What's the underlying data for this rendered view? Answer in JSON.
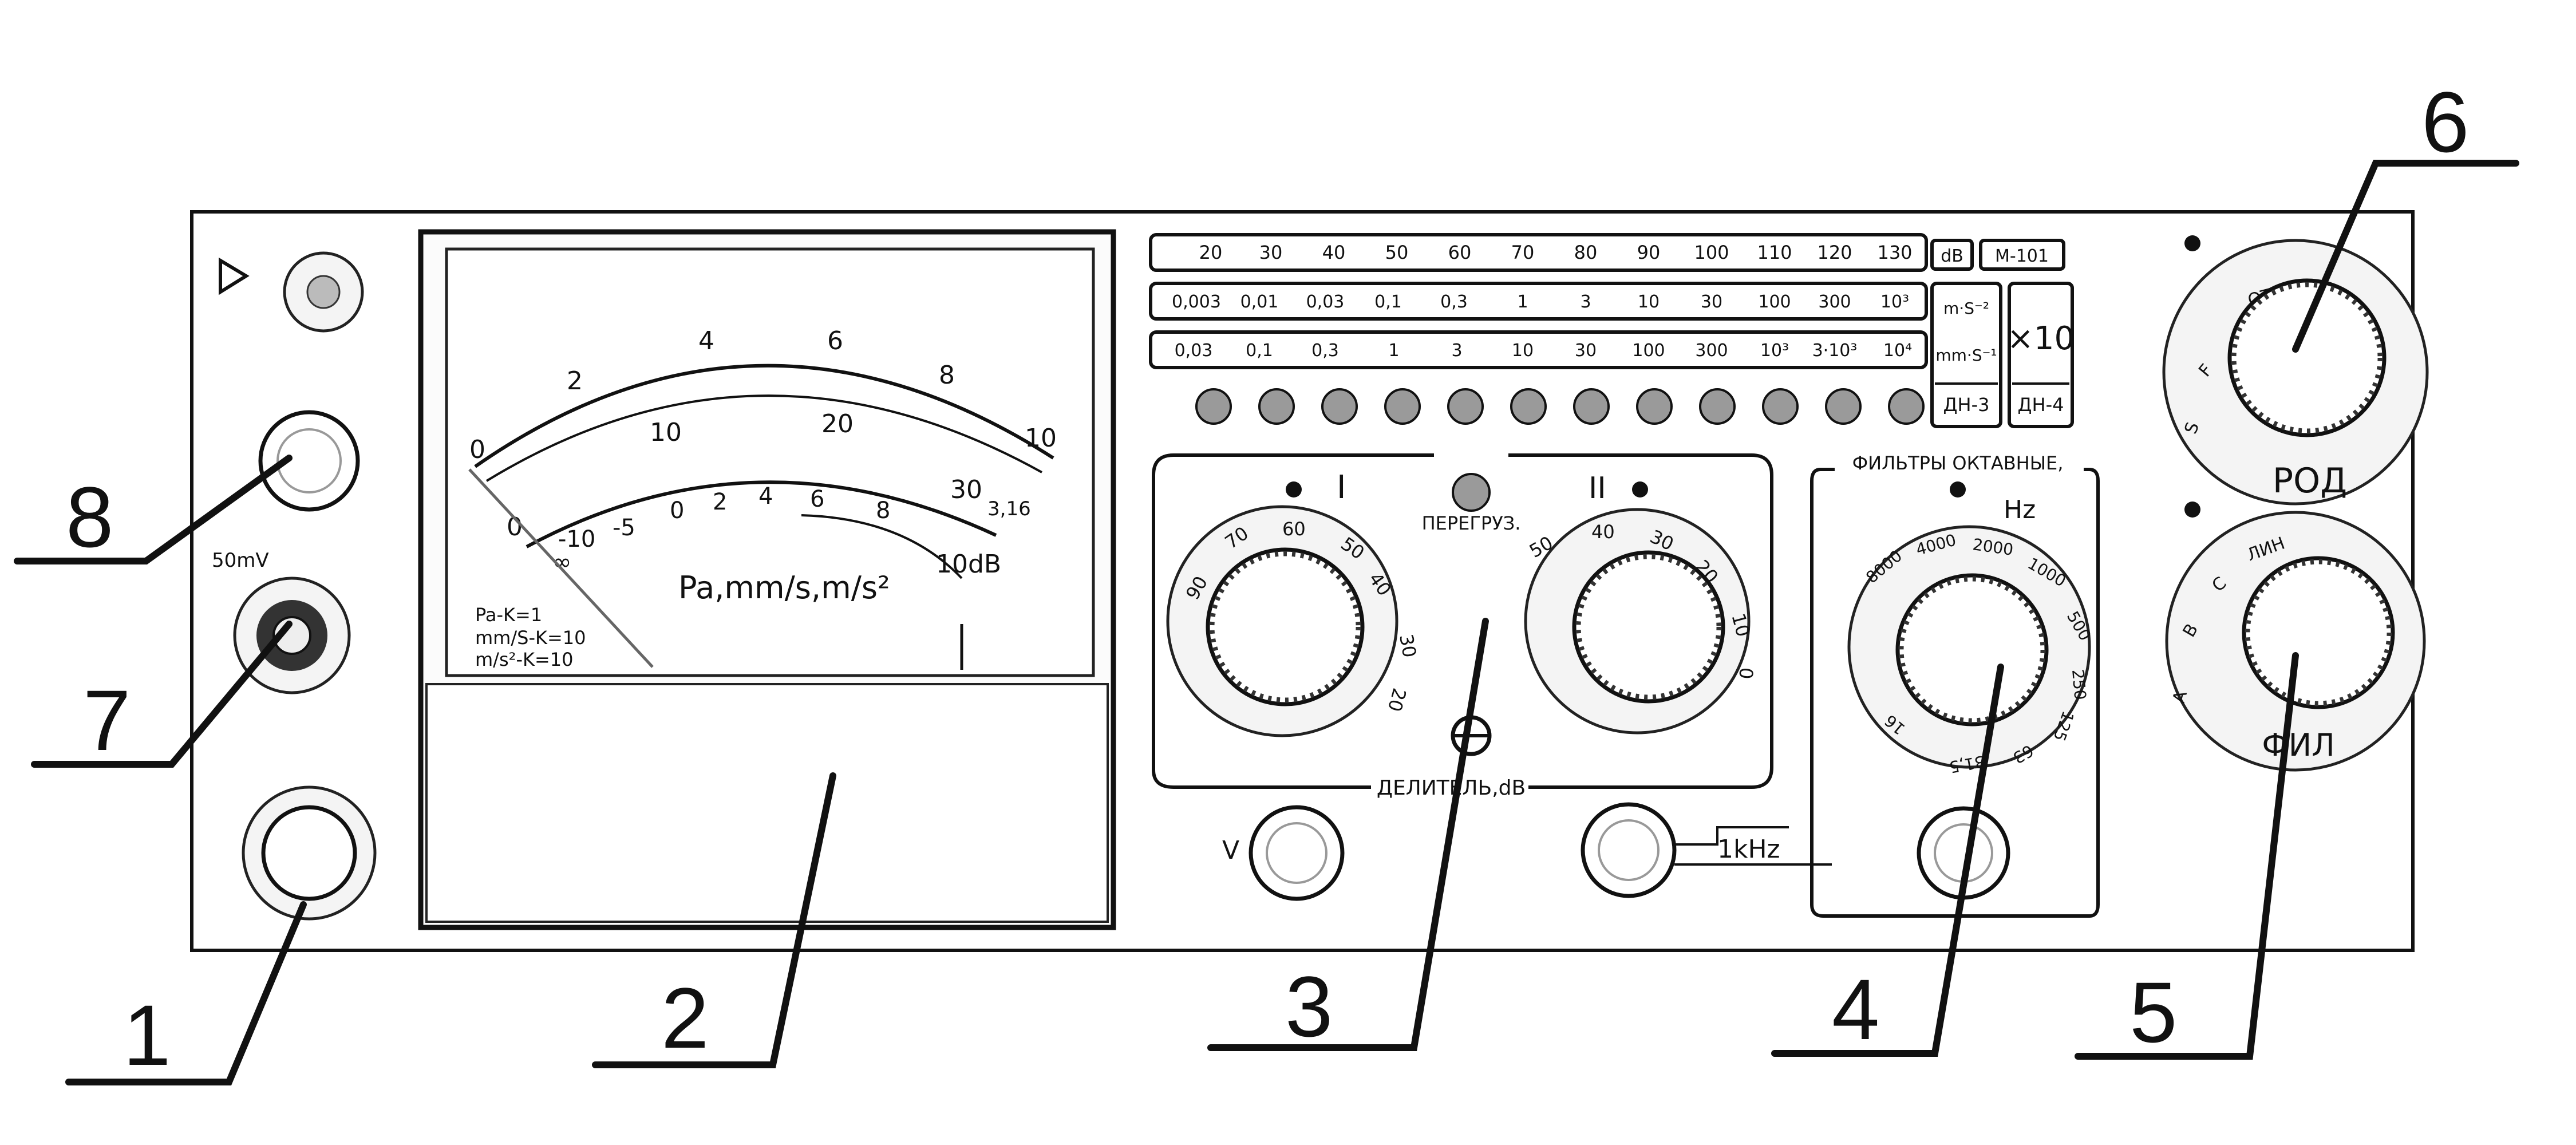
{
  "callouts": [
    "1",
    "2",
    "3",
    "4",
    "5",
    "6",
    "7",
    "8"
  ],
  "input": {
    "sensitivity_label": "50mV"
  },
  "meter": {
    "upper_ticks": [
      "0",
      "2",
      "4",
      "6",
      "8",
      "10"
    ],
    "middle_ticks": [
      "0",
      "10",
      "20",
      "30"
    ],
    "lower_ticks": [
      "-10",
      "-5",
      "0",
      "2",
      "4",
      "6",
      "8",
      "10dB"
    ],
    "lower_end_labels": [
      "3,16",
      "∞"
    ],
    "units_label": "Pa,mm/s,m/s²",
    "scale_note": [
      "Pa-K=1",
      "mm/S-K=10",
      "m/s²-K=10"
    ]
  },
  "range_rows": [
    {
      "values": [
        "20",
        "30",
        "40",
        "50",
        "60",
        "70",
        "80",
        "90",
        "100",
        "110",
        "120",
        "130"
      ],
      "unit": "dB",
      "tag": "M-101"
    },
    {
      "values": [
        "0,003",
        "0,01",
        "0,03",
        "0,1",
        "0,3",
        "1",
        "3",
        "10",
        "30",
        "100",
        "300",
        "10³"
      ],
      "unit": "m·S⁻²",
      "tag": "×10"
    },
    {
      "values": [
        "0,03",
        "0,1",
        "0,3",
        "1",
        "3",
        "10",
        "30",
        "100",
        "300",
        "10³",
        "3·10³",
        "10⁴"
      ],
      "unit": "mm·S⁻¹",
      "tag": ""
    }
  ],
  "sensor_tags": [
    "ДН-3",
    "ДН-4"
  ],
  "divider": {
    "label": "ДЕЛИТЕЛЬ,dB",
    "overload_label": "ПЕРЕГРУЗ.",
    "dial_one": {
      "label": "I",
      "ticks": [
        "90",
        "70",
        "60",
        "50",
        "40",
        "30",
        "20"
      ]
    },
    "dial_two": {
      "label": "II",
      "ticks": [
        "50",
        "40",
        "30",
        "20",
        "10",
        "0"
      ]
    }
  },
  "filters": {
    "title": "ФИЛЬТРЫ ОКТАВНЫЕ,",
    "unit": "Hz",
    "ticks": [
      "8000",
      "4000",
      "2000",
      "1000",
      "500",
      "250",
      "125",
      "63",
      "31,5",
      "16"
    ]
  },
  "function_knob": {
    "label": "РОД",
    "ticks": [
      "S",
      "F",
      "ОТКЛ"
    ]
  },
  "weighting_knob": {
    "label": "ФИЛ",
    "ticks": [
      "A",
      "B",
      "C",
      "ЛИН"
    ]
  },
  "buttons": {
    "volt": "V",
    "cal": "1kHz"
  }
}
